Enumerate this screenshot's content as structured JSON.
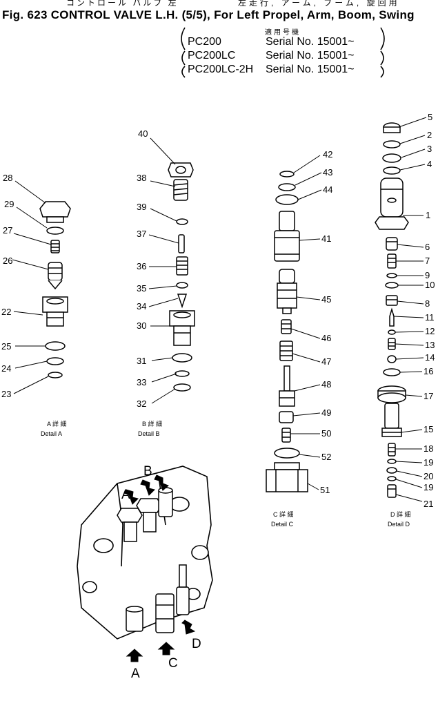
{
  "header": {
    "jp_title": "コントロール バルブ 左",
    "jp_title_2": "左走行, アーム, ブーム, 旋回用",
    "figure_line": "Fig. 623  CONTROL VALVE L.H. (5/5), For Left Propel, Arm, Boom, Swing",
    "applicability_jp": "適用号機",
    "models": [
      {
        "model": "PC200",
        "serial": "Serial No. 15001~"
      },
      {
        "model": "PC200LC",
        "serial": "Serial No. 15001~"
      },
      {
        "model": "PC200LC-2H",
        "serial": "Serial No. 15001~"
      }
    ]
  },
  "details": {
    "a": {
      "jp": "A 詳 細",
      "en": "Detail A"
    },
    "b": {
      "jp": "B 詳 細",
      "en": "Detail B"
    },
    "c": {
      "jp": "C 詳 細",
      "en": "Detail C"
    },
    "d": {
      "jp": "D 詳 細",
      "en": "Detail D"
    }
  },
  "callouts": {
    "a": [
      "28",
      "29",
      "27",
      "26",
      "22",
      "25",
      "24",
      "23"
    ],
    "b": [
      "40",
      "38",
      "39",
      "37",
      "36",
      "35",
      "34",
      "30",
      "31",
      "33",
      "32"
    ],
    "c": [
      "42",
      "43",
      "44",
      "41",
      "45",
      "46",
      "47",
      "48",
      "49",
      "50",
      "52",
      "51"
    ],
    "d": [
      "5",
      "2",
      "3",
      "4",
      "1",
      "6",
      "7",
      "9",
      "10",
      "8",
      "11",
      "12",
      "13",
      "14",
      "16",
      "17",
      "15",
      "18",
      "19",
      "20",
      "19",
      "21"
    ]
  },
  "view_letters": [
    "A",
    "B",
    "A",
    "C",
    "D"
  ]
}
